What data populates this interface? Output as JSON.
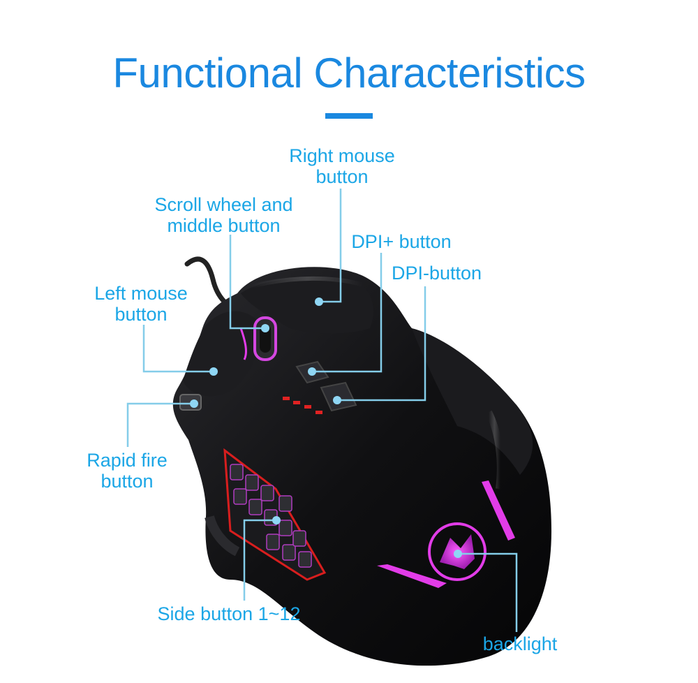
{
  "heading": {
    "title": "Functional Characteristics"
  },
  "colors": {
    "accent": "#1a88e0",
    "label": "#1ba6e6",
    "leader_line": "#84cde9",
    "mouse_body": "#121214",
    "backlight": "#e23ce8",
    "side_highlight": "#d81e1e"
  },
  "product_image": {
    "icon": "gaming-mouse-icon",
    "logo_icon": "dragon-logo-icon"
  },
  "callouts": {
    "right_mouse_button": {
      "line1": "Right mouse",
      "line2": "button"
    },
    "scroll_wheel": {
      "line1": "Scroll wheel and",
      "line2": "middle button"
    },
    "dpi_plus": {
      "label": "DPI+ button"
    },
    "dpi_minus": {
      "label": "DPI-button"
    },
    "left_mouse_button": {
      "line1": "Left mouse",
      "line2": "button"
    },
    "rapid_fire": {
      "line1": "Rapid fire",
      "line2": "button"
    },
    "side_buttons": {
      "label": "Side button 1~12"
    },
    "backlight": {
      "label": "backlight"
    }
  }
}
